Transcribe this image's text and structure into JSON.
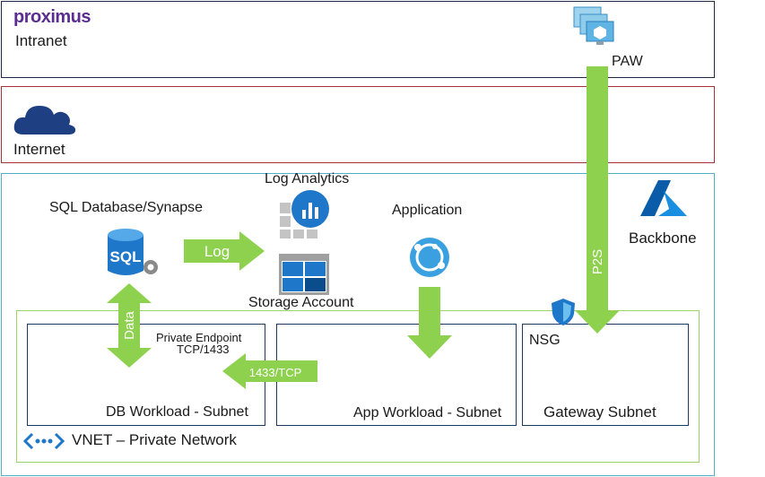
{
  "intranet": {
    "logo": "proximus",
    "label": "Intranet",
    "paw_label": "PAW"
  },
  "internet": {
    "label": "Internet"
  },
  "azure": {
    "backbone_label": "Backbone",
    "sql_label": "SQL Database/Synapse",
    "sql_icon_text": "SQL",
    "log_analytics_label": "Log Analytics",
    "storage_label": "Storage Account",
    "application_label": "Application",
    "log_arrow_label": "Log",
    "data_arrow_label": "Data",
    "p2s_arrow_label": "P2S",
    "nsg_label": "NSG",
    "tcp_arrow_label": "1433/TCP",
    "private_endpoint_line1": "Private Endpoint",
    "private_endpoint_line2": "TCP/1433",
    "db_subnet_label": "DB Workload - Subnet",
    "app_subnet_label": "App Workload - Subnet",
    "gateway_subnet_label": "Gateway Subnet",
    "vnet_label": "VNET – Private Network"
  },
  "colors": {
    "arrow_green": "#8ed14f",
    "azure_blue": "#0078d4",
    "proximus_purple": "#5c2d91",
    "intranet_border": "#1f2a44",
    "internet_border": "#a8323a",
    "azure_border": "#4fb0c6",
    "vnet_border": "#9bd36a"
  }
}
